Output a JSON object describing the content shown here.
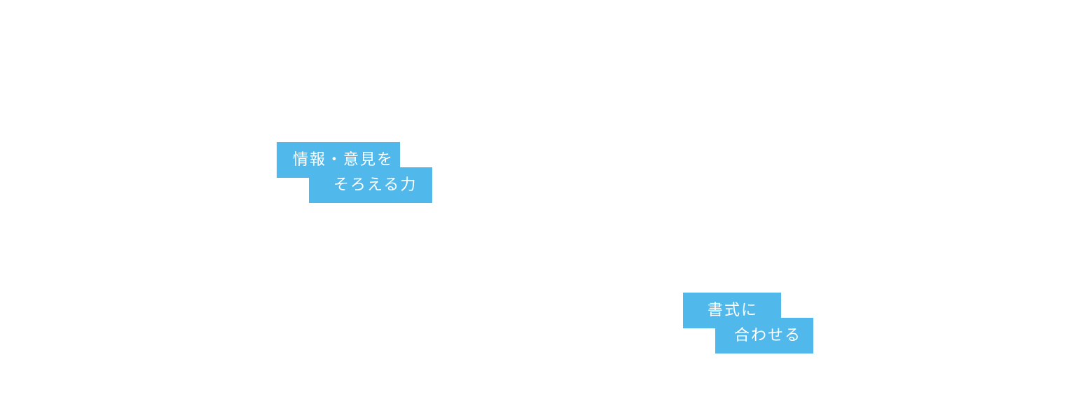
{
  "labels": [
    {
      "line1": "情報・意見を",
      "line2": "そろえる力"
    },
    {
      "line1": "書式に",
      "line2": "合わせる"
    }
  ],
  "colors": {
    "tag_background": "#50b8ea",
    "tag_text": "#ffffff",
    "page_background": "#ffffff"
  }
}
